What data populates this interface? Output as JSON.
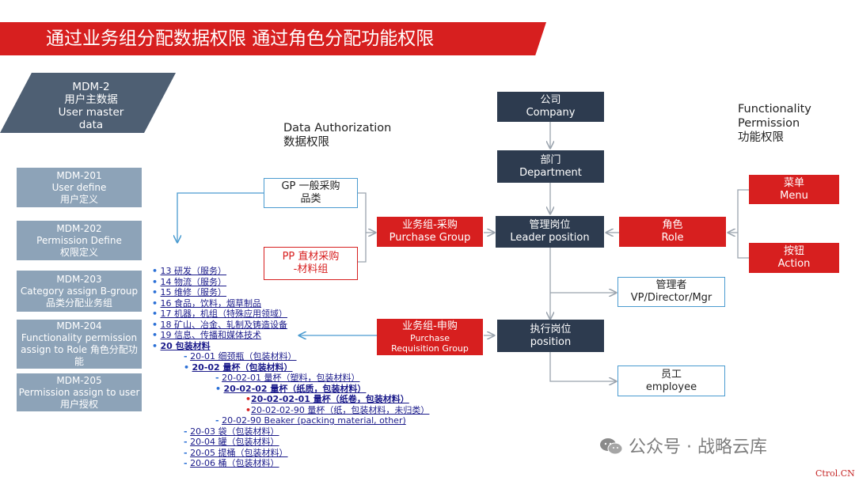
{
  "banner": {
    "title": "通过业务组分配数据权限 通过角色分配功能权限"
  },
  "mdm_main": {
    "line1": "MDM-2",
    "line2": "用户主数据",
    "line3": "User master",
    "line4": "data"
  },
  "mdm_items": [
    {
      "code": "MDM-201",
      "en": "User define",
      "cn": "用户定义"
    },
    {
      "code": "MDM-202",
      "en": "Permission Define",
      "cn": "权限定义"
    },
    {
      "code": "MDM-203",
      "en": "Category assign B-group",
      "cn": "品类分配业务组"
    },
    {
      "code": "MDM-204",
      "en": "Functionality permission",
      "en2": "assign to Role 角色分配功",
      "cn": "能"
    },
    {
      "code": "MDM-205",
      "en": "Permission assign to user",
      "cn": "用户授权"
    }
  ],
  "data_auth": {
    "en": "Data Authorization",
    "cn": "数据权限"
  },
  "func_perm": {
    "en1": "Functionality",
    "en2": "Permission",
    "cn": "功能权限"
  },
  "boxes": {
    "gp": {
      "l1": "GP 一般采购",
      "l2": "品类"
    },
    "pp": {
      "l1": "PP 直材采购",
      "l2": "-材料组"
    },
    "purchase_group": {
      "l1": "业务组-采购",
      "l2": "Purchase Group"
    },
    "requisition_group": {
      "l1": "业务组-申购",
      "l2": "Purchase",
      "l3": "Requisition Group"
    },
    "company": {
      "l1": "公司",
      "l2": "Company"
    },
    "department": {
      "l1": "部门",
      "l2": "Department"
    },
    "leader": {
      "l1": "管理岗位",
      "l2": "Leader position"
    },
    "exec": {
      "l1": "执行岗位",
      "l2": "position"
    },
    "manager": {
      "l1": "管理者",
      "l2": "VP/Director/Mgr"
    },
    "employee": {
      "l1": "员工",
      "l2": "employee"
    },
    "role": {
      "l1": "角色",
      "l2": "Role"
    },
    "menu": {
      "l1": "菜单",
      "l2": "Menu"
    },
    "action": {
      "l1": "按钮",
      "l2": "Action"
    }
  },
  "tree": [
    {
      "text": "13 研发（服务）",
      "level": 0,
      "bold": false
    },
    {
      "text": "14 物流（服务）",
      "level": 0,
      "bold": false
    },
    {
      "text": "15 维修（服务）",
      "level": 0,
      "bold": false
    },
    {
      "text": "16 食品，饮料，烟草制品",
      "level": 0,
      "bold": false
    },
    {
      "text": "17 机器，机组（特殊应用领域）",
      "level": 0,
      "bold": false
    },
    {
      "text": "18 矿山、冶金、轧制及铸造设备",
      "level": 0,
      "bold": false
    },
    {
      "text": "19 信息、传播和媒体技术",
      "level": 0,
      "bold": false
    },
    {
      "text": "20 包装材料",
      "level": 0,
      "bold": true
    },
    {
      "text": "20-01 细颈瓶（包装材料）",
      "level": 1,
      "bold": false
    },
    {
      "text": "20-02 量杯（包装材料）",
      "level": 1,
      "bold": true
    },
    {
      "text": "20-02-01 量杯（塑料，包装材料）",
      "level": 2,
      "bold": false
    },
    {
      "text": "20-02-02 量杯（纸质，包装材料）",
      "level": 2,
      "bold": true
    },
    {
      "text": "20-02-02-01 量杯（纸卷，包装材料）",
      "level": 3,
      "bold": true
    },
    {
      "text": "20-02-02-90 量杯（纸，包装材料，未归类）",
      "level": 3,
      "bold": false
    },
    {
      "text": "20-02-90 Beaker (packing material, other)",
      "level": 2,
      "bold": false
    },
    {
      "text": "20-03 袋（包装材料）",
      "level": 1,
      "bold": false
    },
    {
      "text": "20-04 罐（包装材料）",
      "level": 1,
      "bold": false
    },
    {
      "text": "20-05 提桶（包装材料）",
      "level": 1,
      "bold": false
    },
    {
      "text": "20-06 桶（包装材料）",
      "level": 1,
      "bold": false
    }
  ],
  "watermark": {
    "text": "公众号 · 战略云库"
  },
  "corner": {
    "text": "Ctrol.CN"
  },
  "colors": {
    "red": "#d71f1f",
    "navy": "#2d3b4f",
    "steel": "#8da3b8",
    "outline_blue": "#4a9bd0"
  }
}
